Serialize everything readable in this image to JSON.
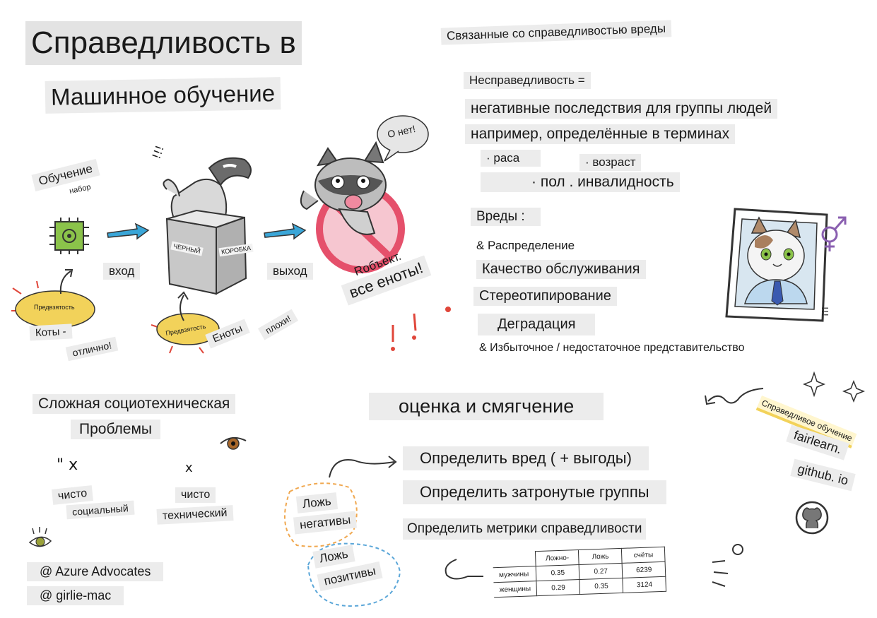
{
  "title": {
    "line1": "Справедливость в",
    "line2": "Машинное обучение"
  },
  "pipeline": {
    "training_word": "Обучение",
    "dataset_word": "набор",
    "input_label": "вход",
    "box_word1": "ЧЕРНЫЙ",
    "box_word2": "КОРОБКА",
    "output_label": "выход",
    "speech_bubble": "О нет!",
    "bias1_label": "Предвзятость",
    "bias2_label": "Предвзятость",
    "cats_word": "Коты -",
    "cats_good": "отлично!",
    "raccoons_word": "Еноты",
    "raccoons_bad": "плохи!",
    "result_label": "Rобъект.",
    "result_text": "все еноты!",
    "marks": "!!!"
  },
  "harms_section": {
    "heading": "Связанные со справедливостью вреды",
    "unfairness": "Несправедливость =",
    "line1": "негативные последствия для группы людей",
    "line2": "например, определённые в терминах",
    "race": "· раса",
    "age": "· возраст",
    "gender_disability": "· пол . инвалидность",
    "harms_heading": "Вреды :",
    "harms": [
      "& Распределение",
      "Качество обслуживания",
      "Стереотипирование",
      "Деградация",
      "& Избыточное / недостаточное представительство"
    ],
    "portrait_marks": "!!!"
  },
  "sociotech": {
    "line1": "Сложная социотехническая",
    "line2": "Проблемы",
    "x_left": "\" x",
    "x_right": "x",
    "pure_social_1": "чисто",
    "pure_social_2": "социальный",
    "pure_tech_1": "чисто",
    "pure_tech_2": "технический"
  },
  "credits": [
    "@ Azure Advocates",
    "@ girlie-mac"
  ],
  "assessment": {
    "heading": "оценка и смягчение",
    "steps": [
      "Определить вред ( + выгоды)",
      "Определить затронутые группы",
      "Определить метрики справедливости"
    ],
    "false_neg_1": "Ложь",
    "false_neg_2": "негативы",
    "false_pos_1": "Ложь",
    "false_pos_2": "позитивы",
    "fair_learning": "Справедливое обучение",
    "fairlearn": "fairlearn.",
    "github": "github. io"
  },
  "metrics_table": {
    "headers": [
      "",
      "Ложно-",
      "Ложь",
      "счёты"
    ],
    "rows": [
      {
        "label": "мужчины",
        "values": [
          "0.35",
          "0.27",
          "6239"
        ]
      },
      {
        "label": "женщины",
        "values": [
          "0.29",
          "0.35",
          "3124"
        ]
      }
    ]
  },
  "colors": {
    "tape": "#ececec",
    "arrow_blue": "#3aa6d8",
    "bias_yellow": "#f2d25a",
    "no_sign_red": "#e5506b",
    "accent_red": "#e0463a"
  }
}
